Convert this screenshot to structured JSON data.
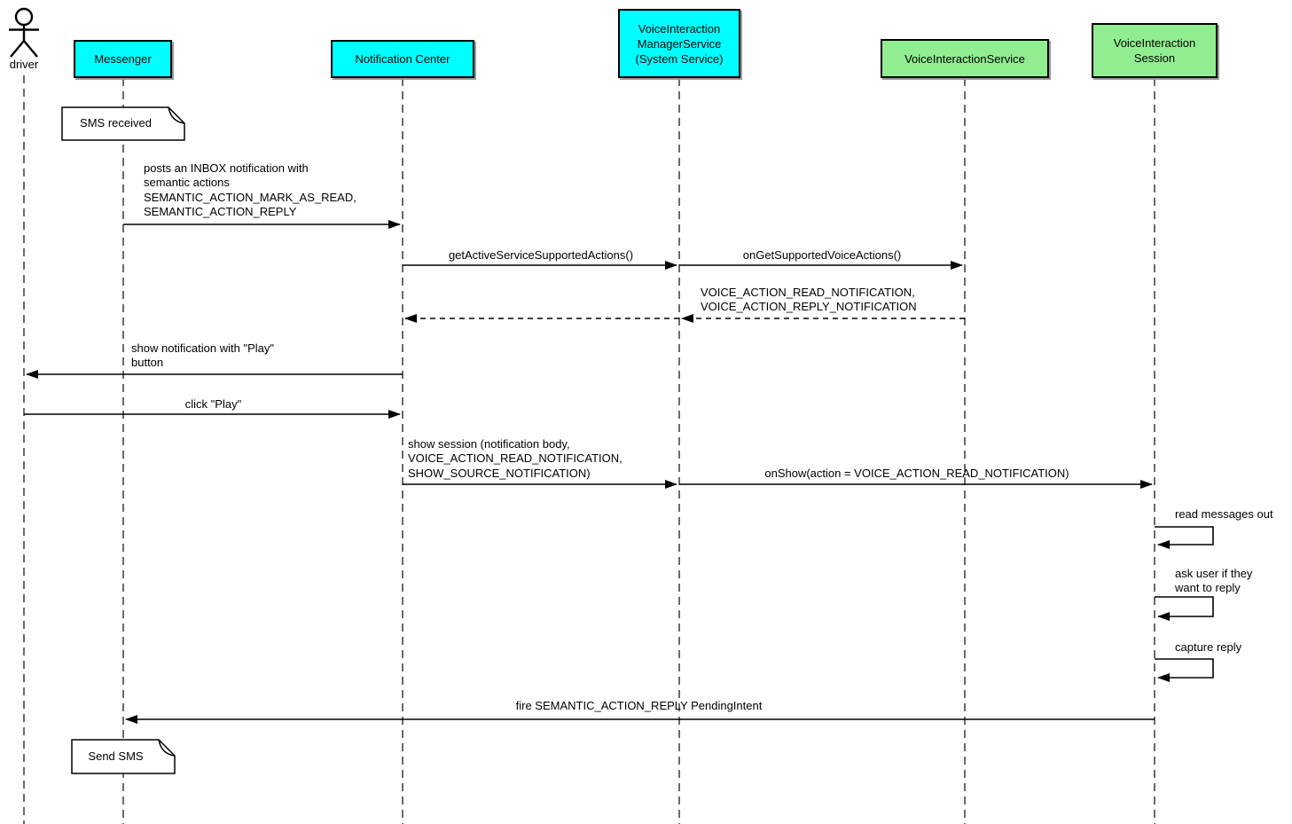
{
  "title": "Voice interaction notification sequence diagram",
  "colors": {
    "participant_client": "#00ffff",
    "participant_service": "#90ee90",
    "note_fill": "#ffffff",
    "line": "#000000"
  },
  "actor": {
    "label": "driver"
  },
  "participants": [
    {
      "label": "Messenger",
      "type": "client"
    },
    {
      "label": "Notification Center",
      "type": "client"
    },
    {
      "label": "VoiceInteraction\nManagerService\n(System Service)",
      "type": "client"
    },
    {
      "label": "VoiceInteractionService",
      "type": "service"
    },
    {
      "label": "VoiceInteraction\nSession",
      "type": "service"
    }
  ],
  "notes": [
    {
      "text": "SMS received",
      "attached_to": "Messenger"
    },
    {
      "text": "Send SMS",
      "attached_to": "Messenger"
    }
  ],
  "messages": [
    {
      "from": "Messenger",
      "to": "Notification Center",
      "style": "solid",
      "label": "posts an INBOX notification with\nsemantic actions\nSEMANTIC_ACTION_MARK_AS_READ,\nSEMANTIC_ACTION_REPLY"
    },
    {
      "from": "Notification Center",
      "to": "VoiceInteraction ManagerService",
      "style": "solid",
      "label": "getActiveServiceSupportedActions()"
    },
    {
      "from": "VoiceInteraction ManagerService",
      "to": "VoiceInteractionService",
      "style": "solid",
      "label": "onGetSupportedVoiceActions()"
    },
    {
      "from": "VoiceInteractionService",
      "to": "Notification Center",
      "style": "dashed-return",
      "label": "VOICE_ACTION_READ_NOTIFICATION,\nVOICE_ACTION_REPLY_NOTIFICATION"
    },
    {
      "from": "Notification Center",
      "to": "driver",
      "style": "solid",
      "label": "show notification with \"Play\"\nbutton"
    },
    {
      "from": "driver",
      "to": "Notification Center",
      "style": "solid",
      "label": "click \"Play\""
    },
    {
      "from": "Notification Center",
      "to": "VoiceInteraction ManagerService",
      "style": "solid",
      "label": "show session (notification body,\nVOICE_ACTION_READ_NOTIFICATION,\nSHOW_SOURCE_NOTIFICATION)"
    },
    {
      "from": "VoiceInteraction ManagerService",
      "to": "VoiceInteraction Session",
      "style": "solid",
      "label": "onShow(action = VOICE_ACTION_READ_NOTIFICATION)"
    },
    {
      "from": "VoiceInteraction Session",
      "to": "VoiceInteraction Session",
      "style": "self",
      "label": "read messages out"
    },
    {
      "from": "VoiceInteraction Session",
      "to": "VoiceInteraction Session",
      "style": "self",
      "label": "ask user if they\nwant to reply"
    },
    {
      "from": "VoiceInteraction Session",
      "to": "VoiceInteraction Session",
      "style": "self",
      "label": "capture reply"
    },
    {
      "from": "VoiceInteraction Session",
      "to": "Messenger",
      "style": "solid",
      "label": "fire SEMANTIC_ACTION_REPLY PendingIntent"
    }
  ]
}
